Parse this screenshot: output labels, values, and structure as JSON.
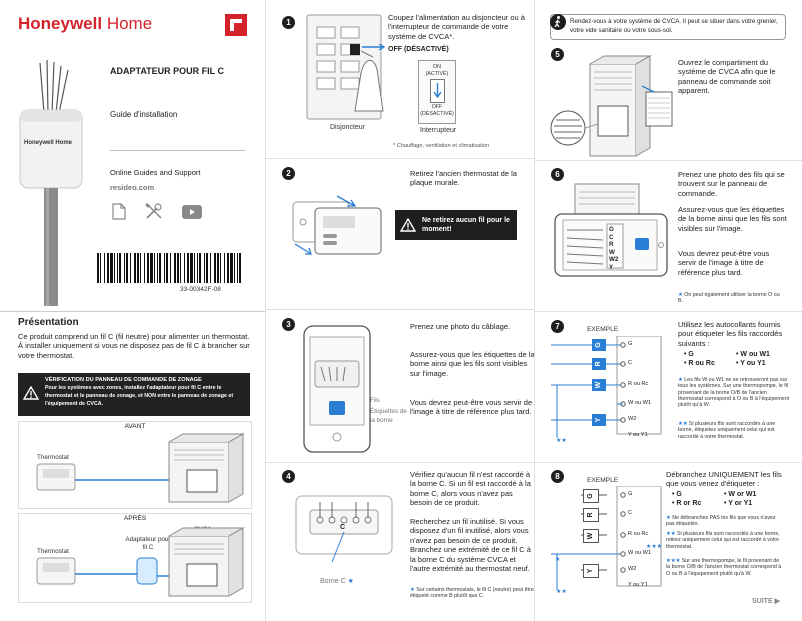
{
  "brand": {
    "name": "Honeywell",
    "suffix": "Home",
    "device_label": "Honeywell Home",
    "logo_color": "#d3222a"
  },
  "cover": {
    "title": "ADAPTATEUR POUR FIL C",
    "subtitle": "Guide d'installation",
    "online_title": "Online Guides and Support",
    "online_url": "resideo.com",
    "barcode_number": "33-00342F-08",
    "icons": [
      "document-icon",
      "tools-icon",
      "video-icon"
    ]
  },
  "presentation": {
    "heading": "Présentation",
    "body": "Ce produit comprend un fil C (fil neutre) pour alimenter un thermostat. À installer uniquement si vous ne disposez pas de fil C à brancher sur votre thermostat.",
    "warning_title": "VÉRIFICATION DU PANNEAU DE COMMANDE DE ZONAGE",
    "warning_body": "Pour les systèmes avec zones, installez l'adaptateur pour fil C entre le thermostat et le panneau de zonage, et NON entre le panneau de zonage et l'équipement de CVCA.",
    "before_label": "AVANT",
    "after_label": "APRÈS",
    "thermostat_label": "Thermostat",
    "cvca_label": "CVCA",
    "adapter_label": "Adaptateur pour fil C"
  },
  "steps": {
    "s1": {
      "num": "1",
      "text": "Coupez l'alimentation au disjoncteur ou à l'interrupteur de commande de votre système de CVCA*.",
      "off_label": "OFF (DÉSACTIVÉ)",
      "switch_on": "ON",
      "switch_on_sub": "(ACTIVÉ)",
      "switch_off": "OFF",
      "switch_off_sub": "(DÉSACTIVÉ)",
      "breaker_label": "Disjoncteur",
      "switch_label": "Interrupteur",
      "footnote": "* Chauffage, ventilation et climatisation"
    },
    "s2": {
      "num": "2",
      "text": "Retirez l'ancien thermostat de la plaque murale.",
      "warning": "Ne retirez aucun fil pour le moment!"
    },
    "s3": {
      "num": "3",
      "text1": "Prenez une photo du câblage.",
      "text2": "Assurez-vous que les étiquettes de la borne ainsi que les fils sont visibles sur l'image.",
      "text3": "Vous devrez peut-être vous servir de l'image à titre de référence plus tard.",
      "wires_label": "Fils",
      "labels_label": "Étiquettes de la borne"
    },
    "s4": {
      "num": "4",
      "text1": "Vérifiez qu'aucun fil n'est raccordé à la borne C. Si un fil est raccordé à la borne C, alors vous n'avez pas besoin de ce produit.",
      "text2": "Recherchez un fil inutilisé. Si vous disposez d'un fil inutilisé, alors vous n'avez pas besoin de ce produit. Branchez une extrémité de ce fil C à la borne C du système CVCA et l'autre extrémité au thermostat neuf.",
      "borne_label": "Borne C",
      "terminal_c": "C",
      "footnote": "Sur certains thermostats, le fil C (neutre) peut être étiqueté comme B plutôt que C."
    },
    "walk": {
      "text": "Rendez-vous à votre système de CVCA. Il peut se situer dans votre grenier, votre vide sanitaire ou votre sous-sol."
    },
    "s5": {
      "num": "5",
      "text": "Ouvrez le compartiment du système de CVCA afin que le panneau de commande soit apparent."
    },
    "s6": {
      "num": "6",
      "text1": "Prenez une photo des fils qui se trouvent sur le panneau de commande.",
      "text2": "Assurez-vous que les étiquettes de la borne ainsi que les fils sont visibles sur l'image.",
      "text3": "Vous devrez peut-être vous servir de l'image à titre de référence plus tard.",
      "terminals": [
        "G",
        "C",
        "R",
        "W",
        "W2",
        "Y"
      ],
      "footnote": "On peut également utiliser la borne O ou B."
    },
    "s7": {
      "num": "7",
      "example": "EXEMPLE",
      "text": "Utilisez les autocollants fournis pour étiqueter les fils raccordés suivants :",
      "list_a": [
        "• G",
        "• R ou Rc"
      ],
      "list_b": [
        "• W ou W1",
        "• Y ou Y1"
      ],
      "rows": [
        "G",
        "C",
        "R ou Rc",
        "W ou W1",
        "W2",
        "Y ou Y1"
      ],
      "tags": [
        "G",
        "R",
        "W",
        "Y"
      ],
      "note1": "Les fils W ou W1 ne se retrouveront pas sur tous les systèmes. Sur une thermopompe, le fil provenant de la borne O/B de l'ancien thermostat correspond à O ou B à l'équipement plutôt qu'à W.",
      "note2": "Si plusieurs fils sont raccordés à une borne, étiquetez uniquement celui qui est raccordé à votre thermostat."
    },
    "s8": {
      "num": "8",
      "example": "EXEMPLE",
      "text": "Débranchez UNIQUEMENT les fils que vous venez d'étiqueter :",
      "list_a": [
        "• G",
        "• R or Rc"
      ],
      "list_b": [
        "• W or W1",
        "• Y or Y1"
      ],
      "rows": [
        "G",
        "C",
        "R ou Rc",
        "W ou W1",
        "W2",
        "Y ou Y1"
      ],
      "tags": [
        "G",
        "R",
        "W",
        "Y"
      ],
      "note1": "Ne débranchez PAS les fils que vous n'avez pas étiquetés.",
      "note2": "Si plusieurs fils sont raccordés à une borne, retirez uniquement celui qui est raccordé à votre thermostat.",
      "note3": "Sur une thermopompe, le fil provenant de la borne O/B de l'ancien thermostat correspond à O ou B à l'équipement plutôt qu'à W.",
      "next": "SUITE"
    }
  }
}
